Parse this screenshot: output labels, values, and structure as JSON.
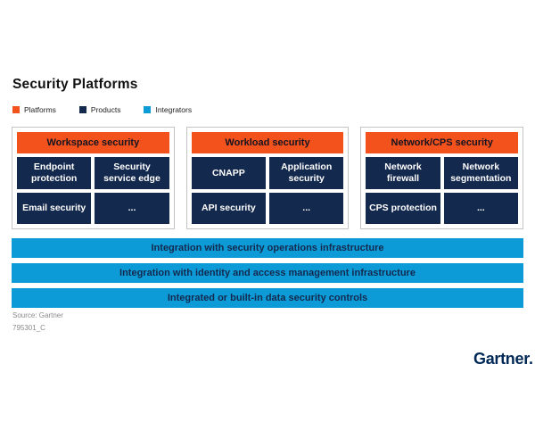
{
  "title": "Security Platforms",
  "legend": {
    "items": [
      {
        "label": "Platforms",
        "color": "#F4521D",
        "icon": "orange-square-icon"
      },
      {
        "label": "Products",
        "color": "#14294E",
        "icon": "navy-square-icon"
      },
      {
        "label": "Integrators",
        "color": "#0D9BD7",
        "icon": "blue-square-icon"
      }
    ]
  },
  "columns": [
    {
      "header": "Workspace security",
      "cells": [
        "Endpoint protection",
        "Security service edge",
        "Email security",
        "..."
      ]
    },
    {
      "header": "Workload security",
      "cells": [
        "CNAPP",
        "Application security",
        "API security",
        "..."
      ]
    },
    {
      "header": "Network/CPS security",
      "cells": [
        "Network firewall",
        "Network segmentation",
        "CPS protection",
        "..."
      ]
    }
  ],
  "integration_bars": [
    "Integration with security operations infrastructure",
    "Integration with identity and access management infrastructure",
    "Integrated or built-in data security controls"
  ],
  "footer": {
    "source": "Source: Gartner",
    "figure_id": "795301_C",
    "logo": "Gartner",
    "logo_reg_mark": "."
  },
  "colors": {
    "platforms_orange": "#F4521D",
    "products_navy": "#14294E",
    "integrators_blue": "#0D9BD7",
    "header_text": "#141420",
    "bar_text_navy": "#14294E",
    "column_border_gray": "#C4C4C4",
    "logo_navy": "#002856",
    "source_gray": "#8A8A8A"
  },
  "bar_layout": {
    "tops": [
      267,
      295,
      323
    ]
  }
}
